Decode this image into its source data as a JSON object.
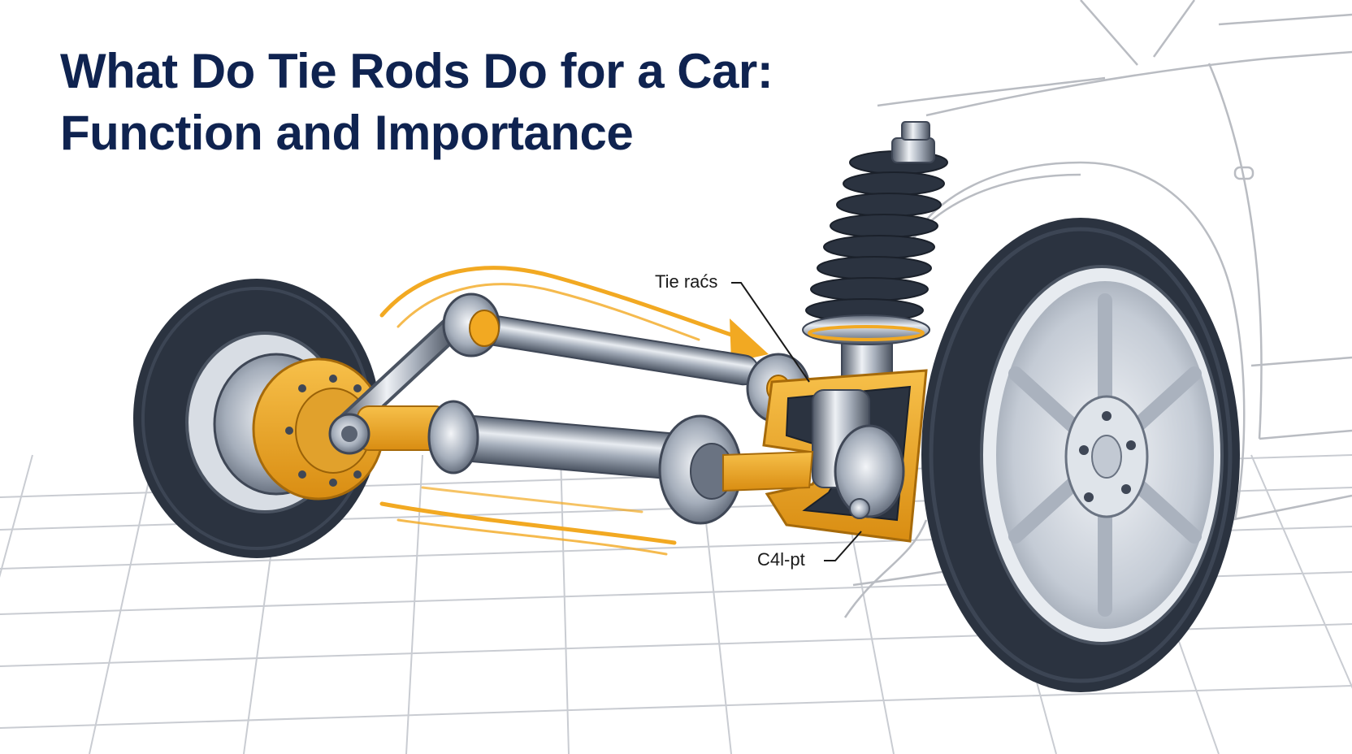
{
  "title": {
    "line1": "What Do Tie Rods Do for a Car:",
    "line2": "Function and Importance"
  },
  "callouts": {
    "tie_rods": "Tie raćs",
    "c4l_pt": "C4l-pt"
  },
  "colors": {
    "title": "#0f2350",
    "accent_orange": "#f2a922",
    "tire": "#2b3340",
    "steel": "#8b95a5",
    "gridline": "#c9ccd2",
    "car_outline": "#b9bcc2"
  },
  "icons": [
    "motion-arrow-icon"
  ]
}
